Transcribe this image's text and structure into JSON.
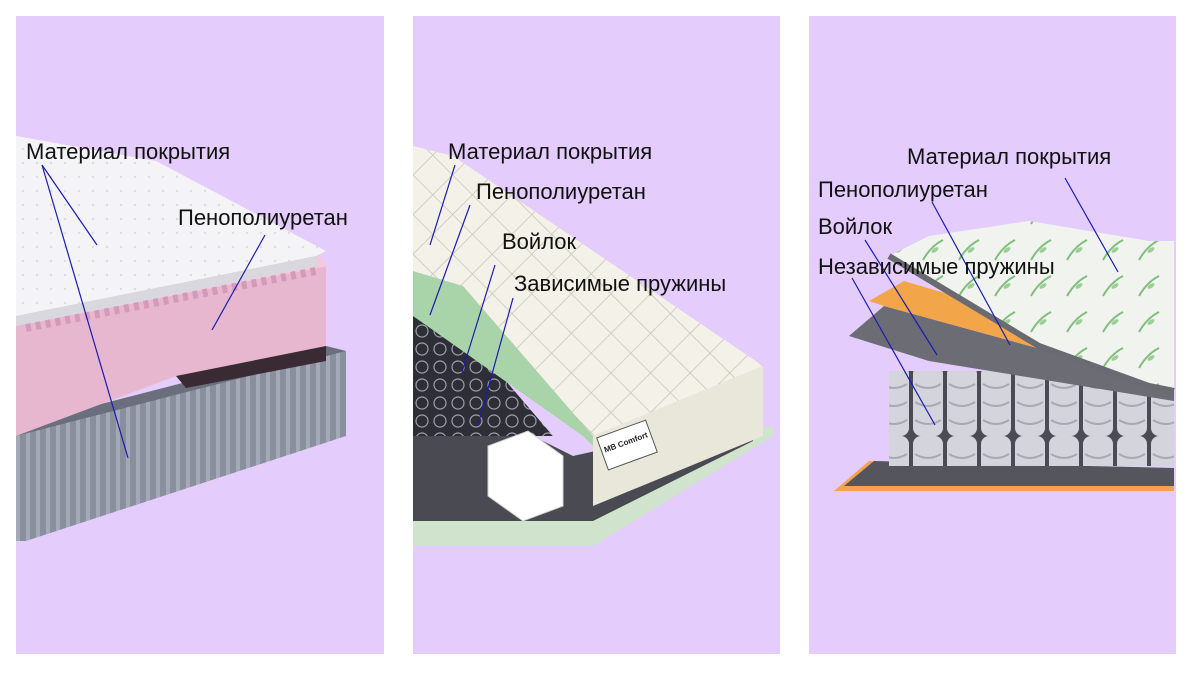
{
  "colors": {
    "panel_bg": "#e4cdfd",
    "leader_line": "#1b1bb0",
    "label_text": "#111111"
  },
  "panels": [
    {
      "labels": {
        "cover": "Материал покрытия",
        "foam": "Пенополиуретан"
      }
    },
    {
      "labels": {
        "cover": "Материал покрытия",
        "foam": "Пенополиуретан",
        "felt": "Войлок",
        "springs": "Зависимые пружины"
      },
      "tag_brand": "MB Comfort"
    },
    {
      "labels": {
        "cover": "Материал покрытия",
        "foam": "Пенополиуретан",
        "felt": "Войлок",
        "springs": "Независимые пружины"
      }
    }
  ]
}
